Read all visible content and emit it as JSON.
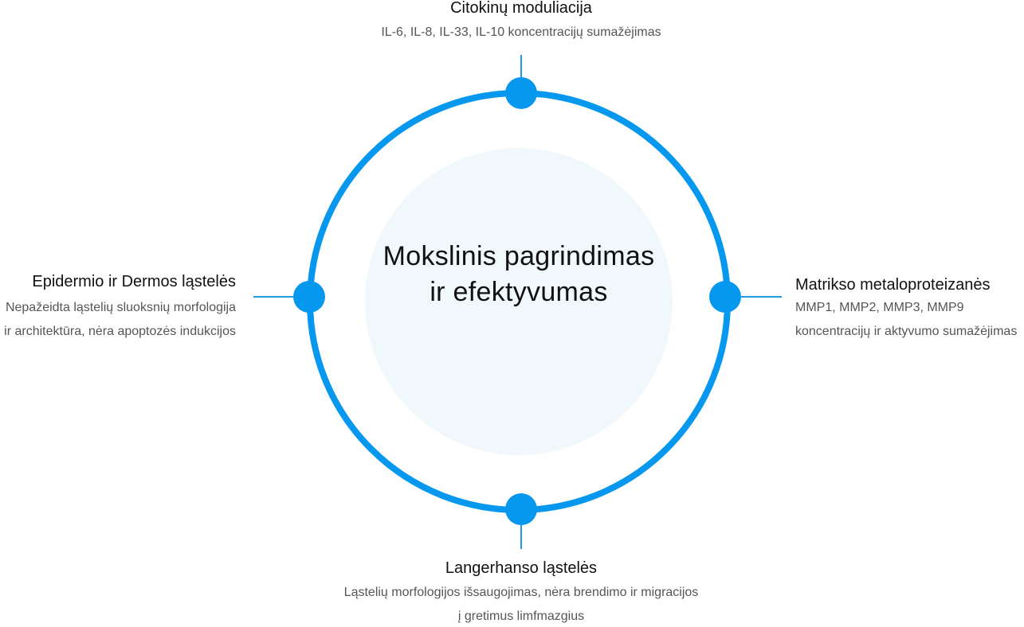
{
  "colors": {
    "ring": "#0598ee",
    "node_dot": "#0598ee",
    "connector": "#1e9be6",
    "center_fill": "#f1f8fc",
    "title_text": "#111111",
    "desc_text": "#555555"
  },
  "center": {
    "title": "Mokslinis pagrindimas ir efektyvumas"
  },
  "nodes": {
    "top": {
      "title": "Citokinų moduliacija",
      "description": "IL-6, IL-8, IL-33, IL-10 koncentracijų sumažėjimas"
    },
    "left": {
      "title": "Epidermio ir Dermos ląstelės",
      "description": "Nepažeidta ląstelių sluoksnių morfologija ir architektūra, nėra apoptozės indukcijos"
    },
    "right": {
      "title": "Matrikso metaloproteizanės",
      "description": "MMP1, MMP2, MMP3, MMP9 koncentracijų ir aktyvumo sumažėjimas"
    },
    "bottom": {
      "title": "Langerhanso ląstelės",
      "description": "Ląstelių morfologijos išsaugojimas, nėra brendimo ir migracijos į gretimus limfmazgius"
    }
  }
}
